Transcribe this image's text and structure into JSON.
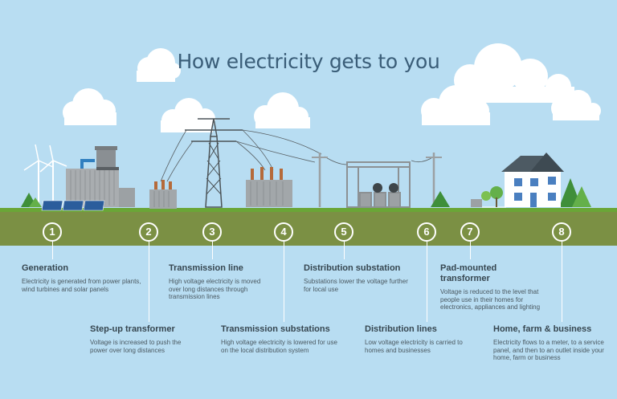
{
  "title": "How electricity gets to you",
  "steps": [
    {
      "number": "1",
      "heading": "Generation",
      "text": "Electricity is generated from power plants, wind turbines and solar panels"
    },
    {
      "number": "2",
      "heading": "Step-up transformer",
      "text": "Voltage is increased to push the power over long distances"
    },
    {
      "number": "3",
      "heading": "Transmission line",
      "text": "High voltage electricity is moved over long distances through transmission lines"
    },
    {
      "number": "4",
      "heading": "Transmission substations",
      "text": "High voltage electricity is lowered for use on the local distribution system"
    },
    {
      "number": "5",
      "heading": "Distribution substation",
      "text": "Substations lower the voltage further for local use"
    },
    {
      "number": "6",
      "heading": "Distribution lines",
      "text": "Low voltage electricity is carried to homes and businesses"
    },
    {
      "number": "7",
      "heading": "Pad-mounted transformer",
      "text": "Voltage is reduced to the level that people use in their homes for electronics, appliances and lighting"
    },
    {
      "number": "8",
      "heading": "Home, farm & business",
      "text": "Electricity flows to a meter, to a service panel, and then to an outlet inside your home, farm or business"
    }
  ],
  "colors": {
    "sky": "#b8ddf2",
    "grass": "#6aa637",
    "ground": "#7b9044",
    "text": "#3c4a52"
  }
}
